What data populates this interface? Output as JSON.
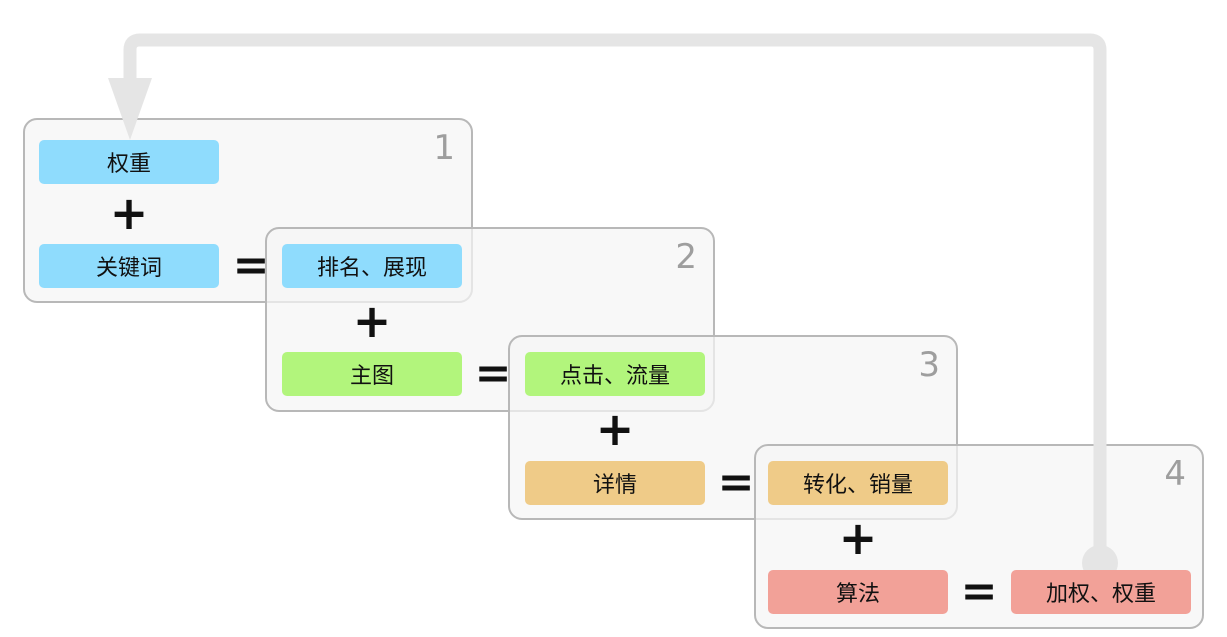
{
  "colors": {
    "blue": "#8fdcfd",
    "green": "#b2f57c",
    "orange": "#efcb88",
    "red": "#f2a198",
    "loop_arrow": "#e5e5e5",
    "panel_border": "#b8b8b8"
  },
  "steps": [
    {
      "number": "1",
      "top_label": "权重",
      "bottom_label": "关键词",
      "result_label": "排名、展现",
      "plus": "+",
      "equals": "="
    },
    {
      "number": "2",
      "bottom_label": "主图",
      "result_label": "点击、流量",
      "plus": "+",
      "equals": "="
    },
    {
      "number": "3",
      "bottom_label": "详情",
      "result_label": "转化、销量",
      "plus": "+",
      "equals": "="
    },
    {
      "number": "4",
      "bottom_label": "算法",
      "result_label": "加权、权重",
      "plus": "+",
      "equals": "="
    }
  ]
}
